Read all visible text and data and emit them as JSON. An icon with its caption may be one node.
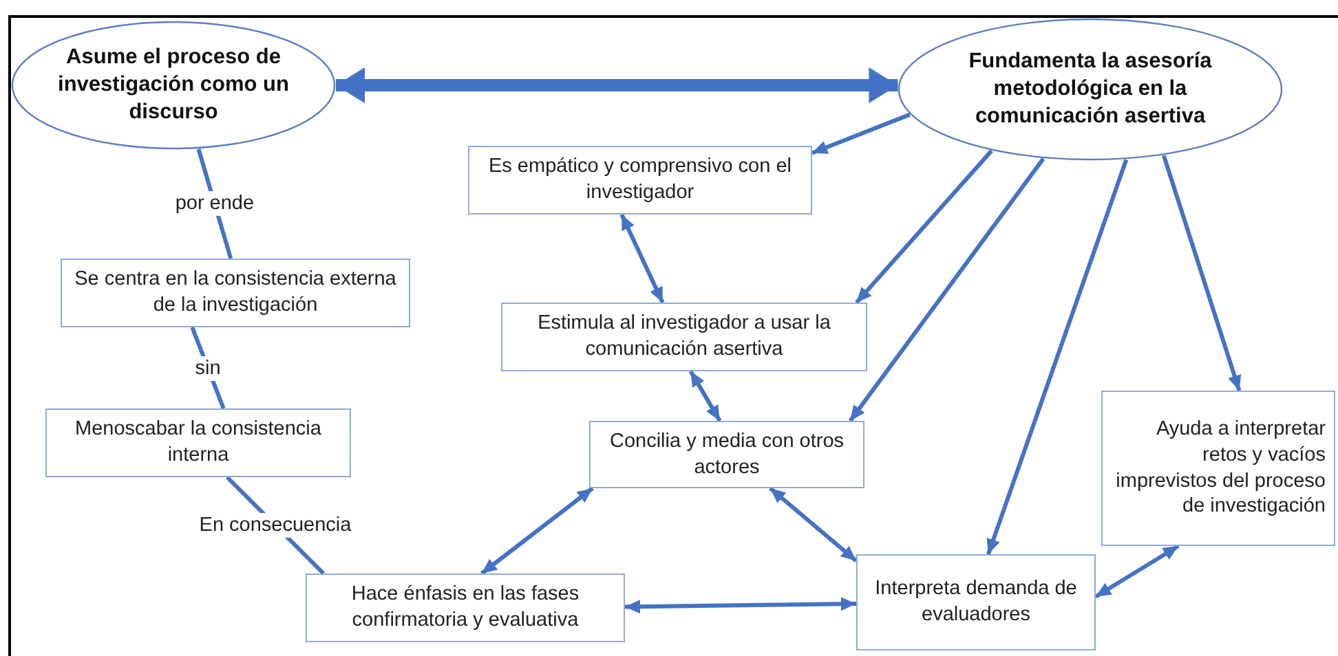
{
  "diagram": {
    "nodes": [
      {
        "text": [
          "Asume el proceso de investigación como un discurso"
        ]
      },
      {
        "text": [
          "Fundamenta la asesoría metodológica en la comunicación asertiva"
        ]
      },
      {
        "text": [
          "Es empático y comprensivo con el investigador"
        ]
      },
      {
        "text": [
          "Se centra en la consistencia externa de la investigación"
        ]
      },
      {
        "text": [
          "Estimula al investigador a usar la comunicación asertiva"
        ]
      },
      {
        "text": [
          "Menoscabar la consistencia interna"
        ]
      },
      {
        "text": [
          "Concilia y media con otros actores"
        ]
      },
      {
        "text": [
          "Ayuda a interpretar retos y vacíos imprevistos del proceso de investigación"
        ]
      },
      {
        "text": [
          "Hace énfasis en las fases confirmatoria y evaluativa"
        ]
      },
      {
        "text": [
          "Interpreta demanda de evaluadores"
        ]
      }
    ],
    "edges": [
      {
        "from": 0,
        "to": 1,
        "arrow": "both",
        "style": "thick"
      },
      {
        "from": 0,
        "to": 3,
        "arrow": "none",
        "label": "por ende"
      },
      {
        "from": 3,
        "to": 5,
        "arrow": "none",
        "label": "sin"
      },
      {
        "from": 5,
        "to": 8,
        "arrow": "none",
        "label": "En consecuencia"
      },
      {
        "from": 1,
        "to": 2,
        "arrow": "to"
      },
      {
        "from": 1,
        "to": 4,
        "arrow": "to"
      },
      {
        "from": 1,
        "to": 6,
        "arrow": "to"
      },
      {
        "from": 1,
        "to": 9,
        "arrow": "to"
      },
      {
        "from": 1,
        "to": 7,
        "arrow": "to"
      },
      {
        "from": 2,
        "to": 4,
        "arrow": "both"
      },
      {
        "from": 4,
        "to": 6,
        "arrow": "both"
      },
      {
        "from": 6,
        "to": 8,
        "arrow": "both"
      },
      {
        "from": 6,
        "to": 9,
        "arrow": "both"
      },
      {
        "from": 8,
        "to": 9,
        "arrow": "both"
      },
      {
        "from": 9,
        "to": 7,
        "arrow": "both"
      }
    ]
  }
}
